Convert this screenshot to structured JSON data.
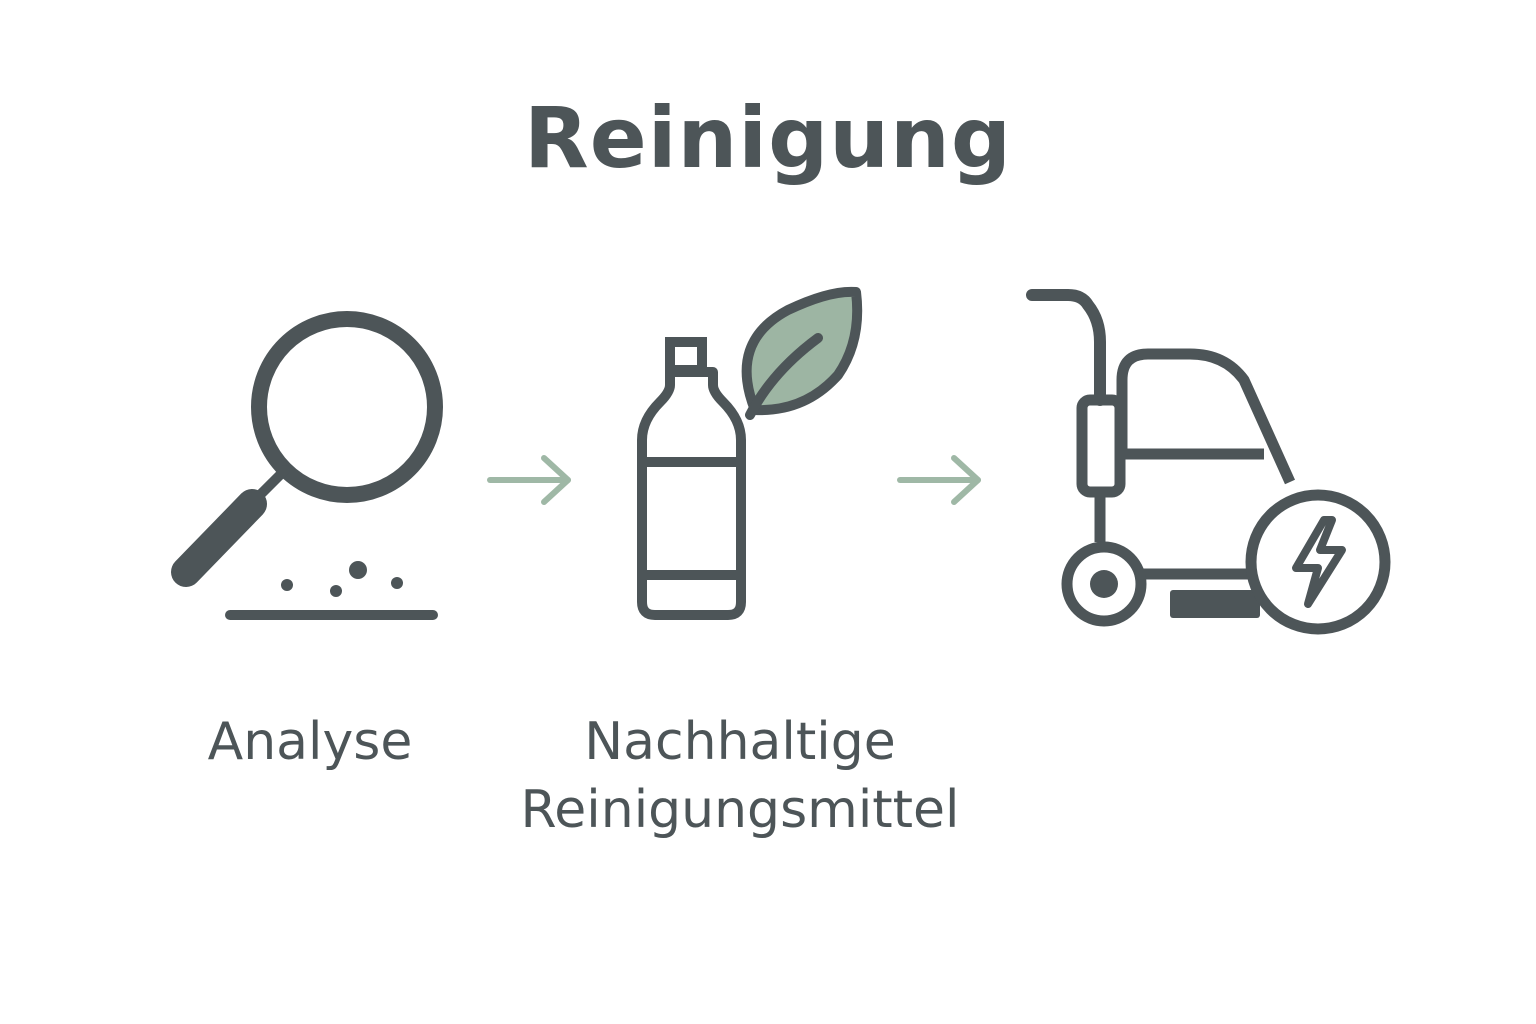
{
  "title": "Reinigung",
  "steps": [
    {
      "icon": "magnifier-icon",
      "label_lines": [
        "Analyse"
      ]
    },
    {
      "icon": "eco-bottle-icon",
      "label_lines": [
        "Nachhaltige",
        "Reinigungsmittel"
      ]
    },
    {
      "icon": "electric-cleaning-machine-icon",
      "label_lines": []
    }
  ],
  "colors": {
    "ink": "#4d5558",
    "arrow": "#9fb8a6",
    "leaf_fill": "#9db5a3",
    "background": "#ffffff"
  }
}
